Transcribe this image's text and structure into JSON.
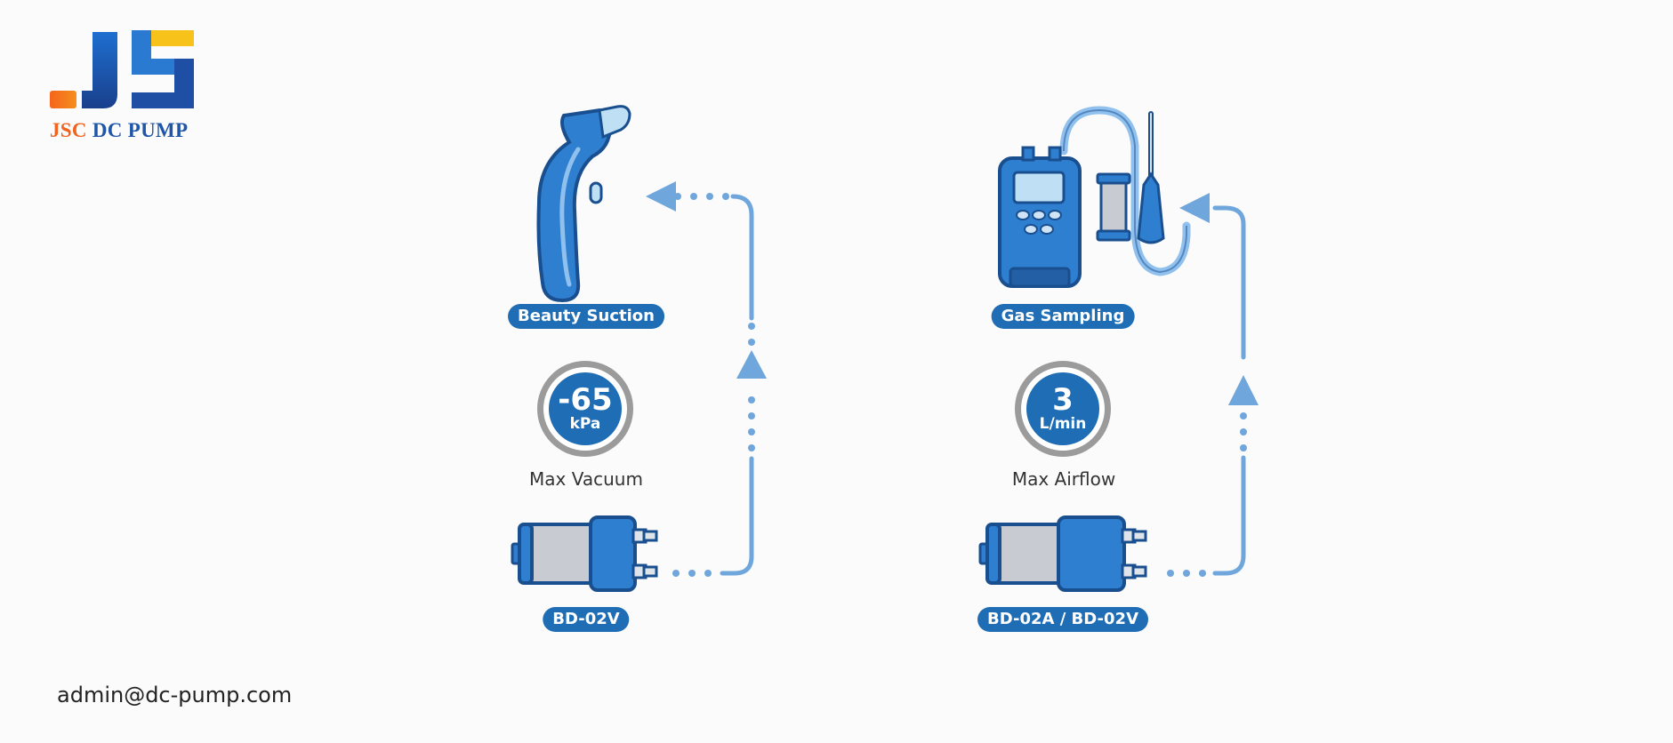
{
  "brand": {
    "name_part1": "JSC",
    "name_part2": " DC PUMP"
  },
  "left_panel": {
    "application_label": "Beauty Suction",
    "metric_value": "-65",
    "metric_unit": "kPa",
    "metric_label": "Max Vacuum",
    "pump_model": "BD-02V"
  },
  "right_panel": {
    "application_label": "Gas Sampling",
    "metric_value": "3",
    "metric_unit": "L/min",
    "metric_label": "Max Airflow",
    "pump_model": "BD-02A / BD-02V"
  },
  "footer": {
    "email": "admin@dc-pump.com"
  },
  "colors": {
    "primary_blue": "#1f6db5",
    "light_blue": "#6fa6dc",
    "orange": "#f0641e",
    "badge_ring": "#9b9b9b"
  },
  "icons": [
    "logo-mark",
    "beauty-suction-device-icon",
    "gas-sampling-device-icon",
    "dc-pump-icon",
    "flow-arrow-icon"
  ]
}
